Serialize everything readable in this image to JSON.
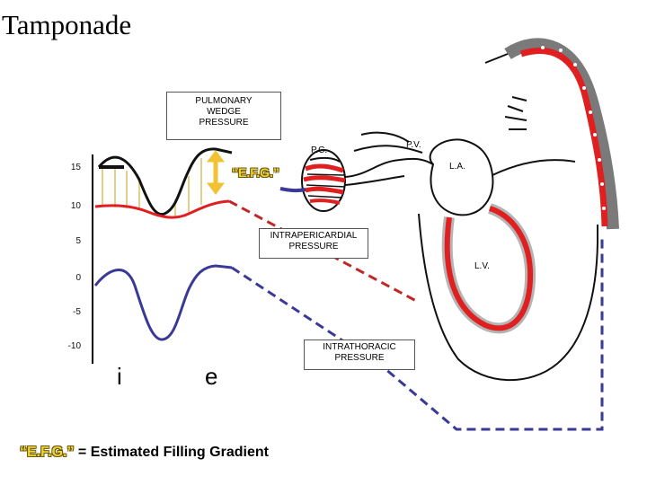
{
  "slide": {
    "title": "Tamponade"
  },
  "boxes": {
    "pwp": {
      "line1": "PULMONARY",
      "line2": "WEDGE",
      "line3": "PRESSURE"
    },
    "ipp": {
      "line1": "INTRAPERICARDIAL",
      "line2": "PRESSURE"
    },
    "itp": {
      "line1": "INTRATHORACIC",
      "line2": "PRESSURE"
    }
  },
  "y_ticks": [
    "15",
    "10",
    "5",
    "0",
    "-5",
    "-10"
  ],
  "phases": {
    "inspiration": "i",
    "expiration": "e"
  },
  "efg_label": "“E.F.G.”",
  "heart_labels": {
    "pc": "P.C.",
    "pv": "P.V.",
    "la": "L.A.",
    "lv": "L.V."
  },
  "footnote": {
    "key": "“E.F.G.”",
    "text": " = Estimated Filling Gradient"
  },
  "colors": {
    "wedge": "#111111",
    "intrapericardial": "#e02020",
    "intrathoracic": "#3a3a96",
    "fill_bars": "#d8c060",
    "arrow": "#f2c230",
    "myocardium": "#e02020"
  }
}
